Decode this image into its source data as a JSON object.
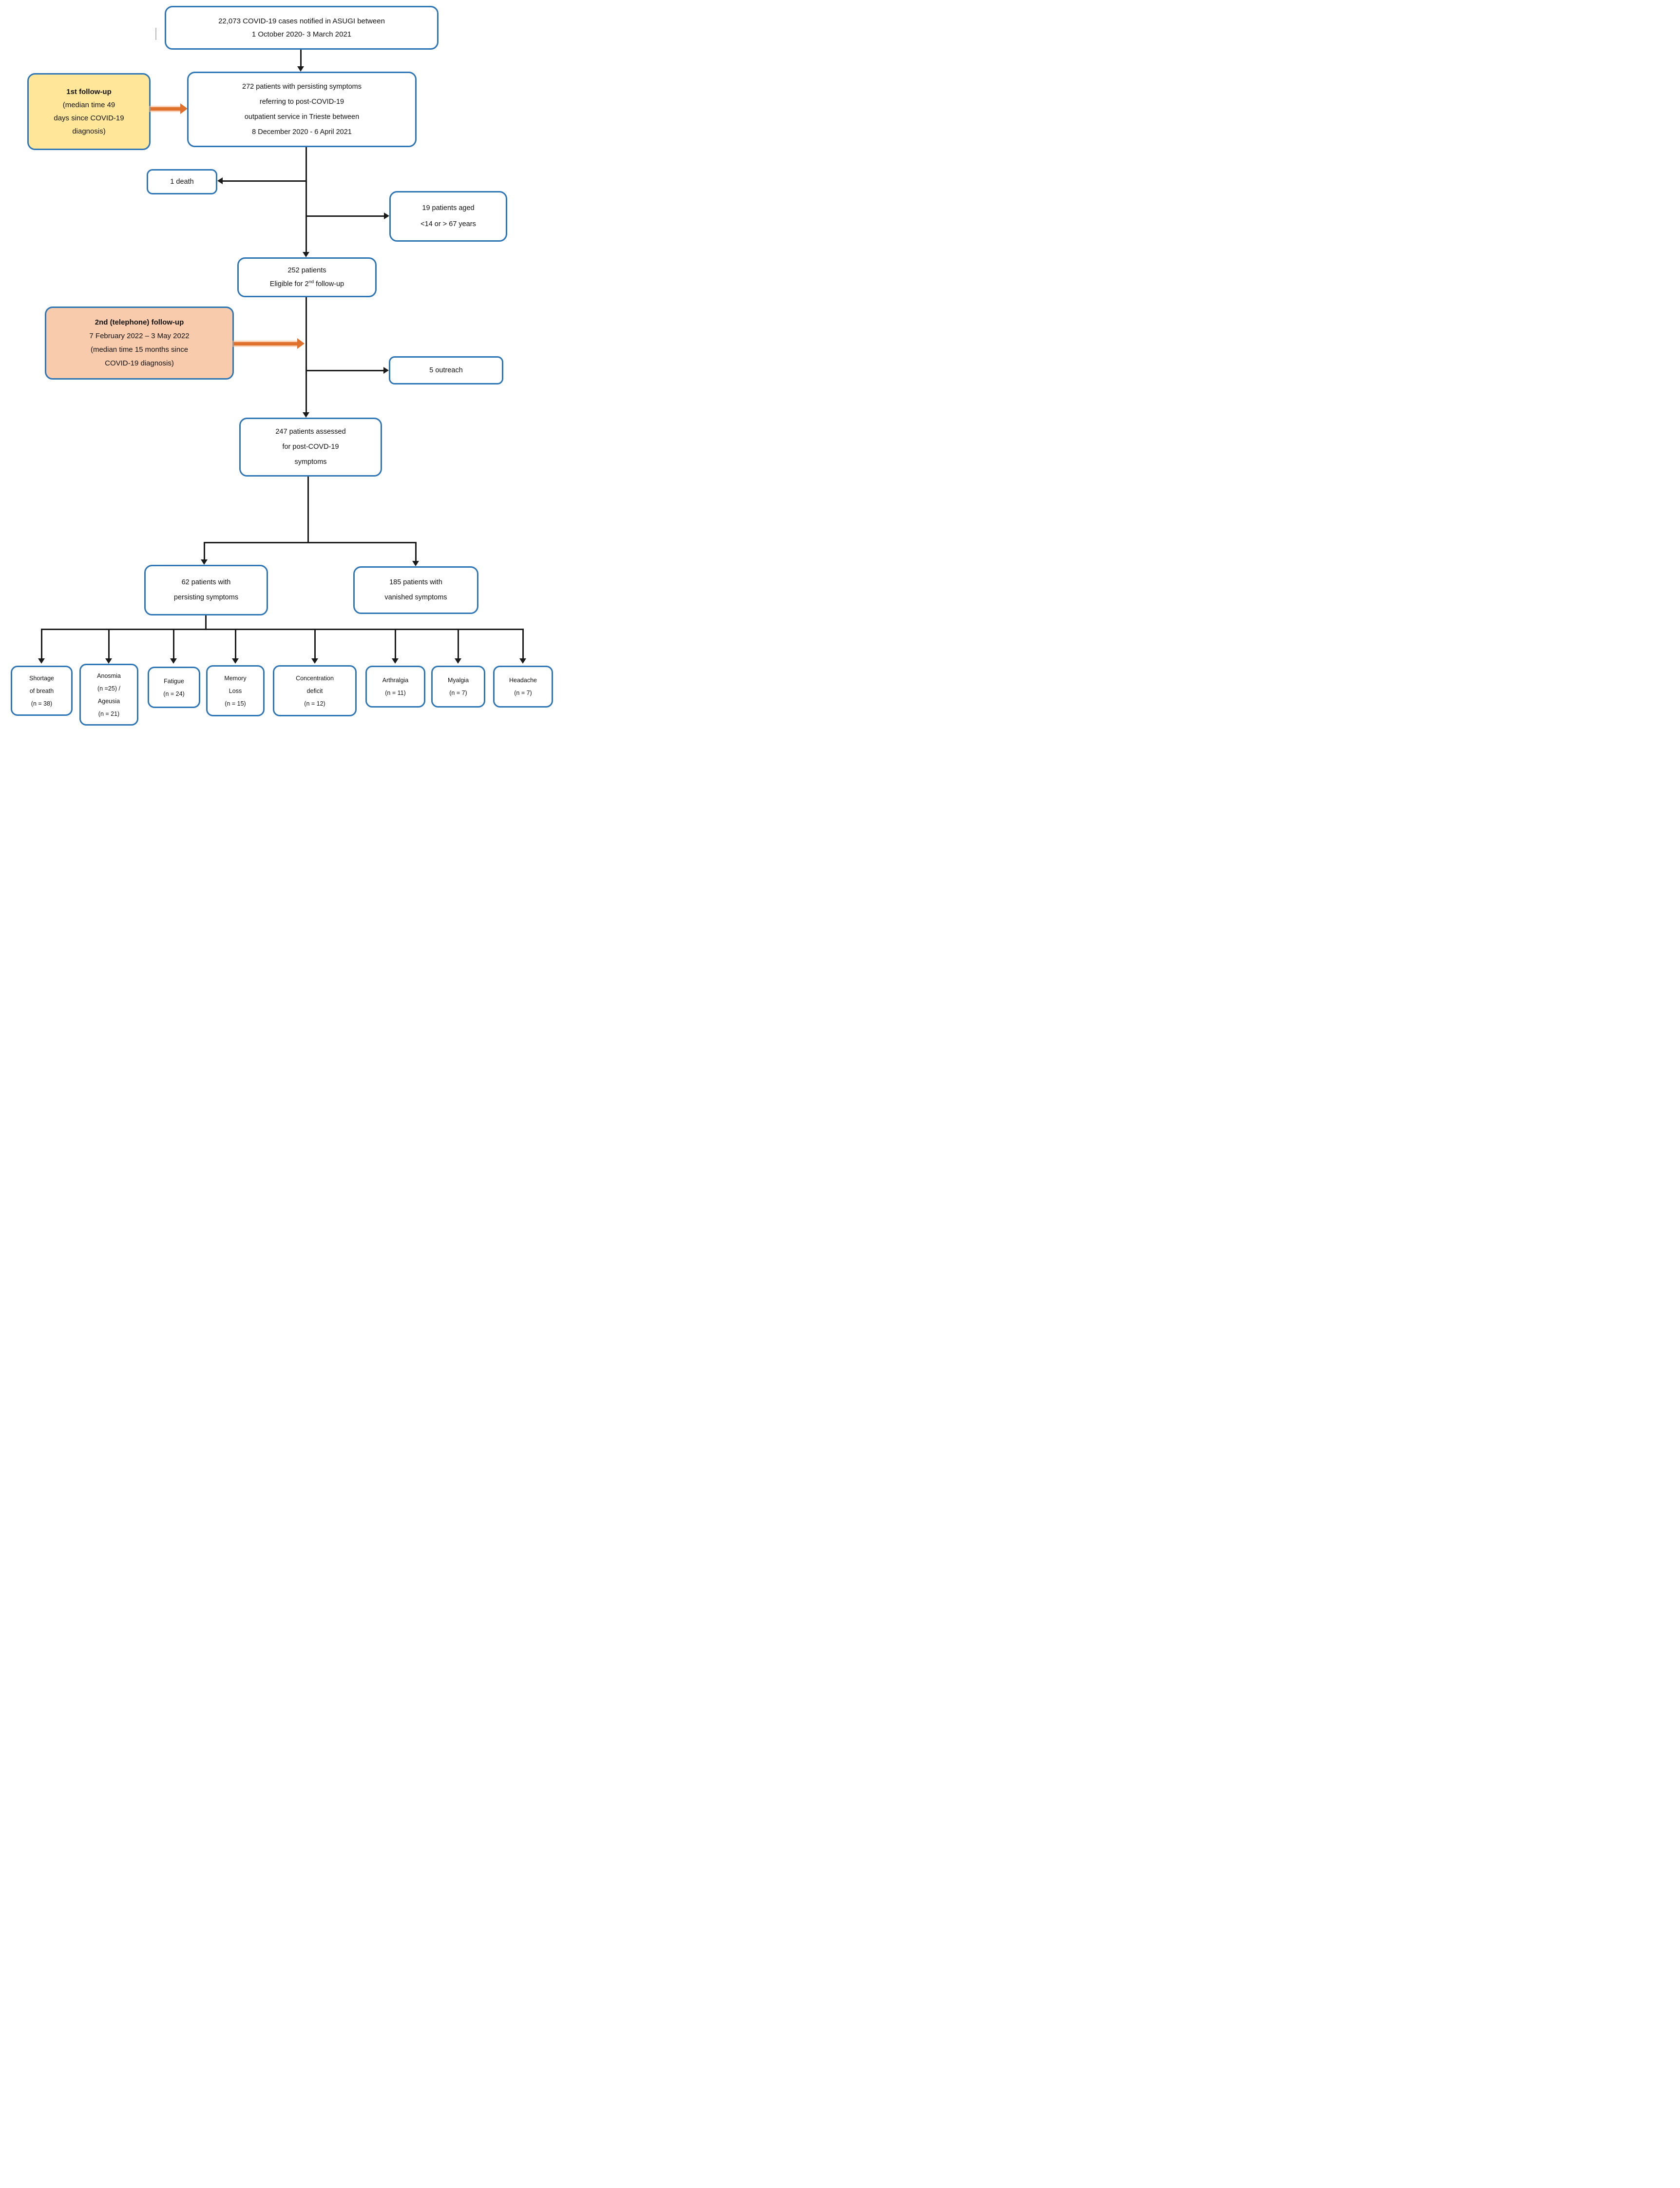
{
  "colors": {
    "blue": "#2E75B6",
    "yellow": "#FFE699",
    "salmon": "#F8CBAD",
    "orange": "#E0712C",
    "halo": "#F4B183",
    "ink": "#1A1A1A"
  },
  "flow": {
    "top": {
      "lines": [
        "22,073 COVID-19 cases notified in ASUGI between",
        "1 October 2020- 3 March 2021"
      ]
    },
    "followup1": {
      "title": "1st follow-up",
      "lines": [
        "(median time 49",
        "days since COVID-19",
        "diagnosis)"
      ]
    },
    "box272": {
      "lines": [
        "272 patients with persisting symptoms",
        "referring to post-COVID-19",
        "outpatient service in Trieste between",
        "8 December 2020 - 6 April 2021"
      ]
    },
    "death": {
      "label": "1 death"
    },
    "aged": {
      "lines": [
        "19 patients aged",
        "<14 or > 67 years"
      ]
    },
    "box252": {
      "line1": "252 patients",
      "line2_pre": "Eligible for 2",
      "line2_sup": "nd",
      "line2_post": " follow-up"
    },
    "followup2": {
      "title": "2nd (telephone) follow-up",
      "lines": [
        "7 February 2022 – 3 May 2022",
        "(median time 15 months since",
        "COVID-19 diagnosis)"
      ]
    },
    "outreach": {
      "label": "5 outreach"
    },
    "box247": {
      "lines": [
        "247 patients assessed",
        "for post-COVD-19",
        "symptoms"
      ]
    },
    "box62": {
      "lines": [
        "62 patients with",
        "persisting symptoms"
      ]
    },
    "box185": {
      "lines": [
        "185 patients with",
        "vanished symptoms"
      ]
    },
    "symptoms": [
      {
        "lines": [
          "Shortage",
          "of breath",
          "(n = 38)"
        ]
      },
      {
        "lines": [
          "Anosmia",
          "(n =25) /",
          "Ageusia",
          "(n = 21)"
        ]
      },
      {
        "lines": [
          "Fatigue",
          "(n = 24)"
        ]
      },
      {
        "lines": [
          "Memory",
          "Loss",
          "(n = 15)"
        ]
      },
      {
        "lines": [
          "Concentration",
          "deficit",
          "(n = 12)"
        ]
      },
      {
        "lines": [
          "Arthralgia",
          "(n = 11)"
        ]
      },
      {
        "lines": [
          "Myalgia",
          "(n = 7)"
        ]
      },
      {
        "lines": [
          "Headache",
          "(n = 7)"
        ]
      }
    ]
  }
}
